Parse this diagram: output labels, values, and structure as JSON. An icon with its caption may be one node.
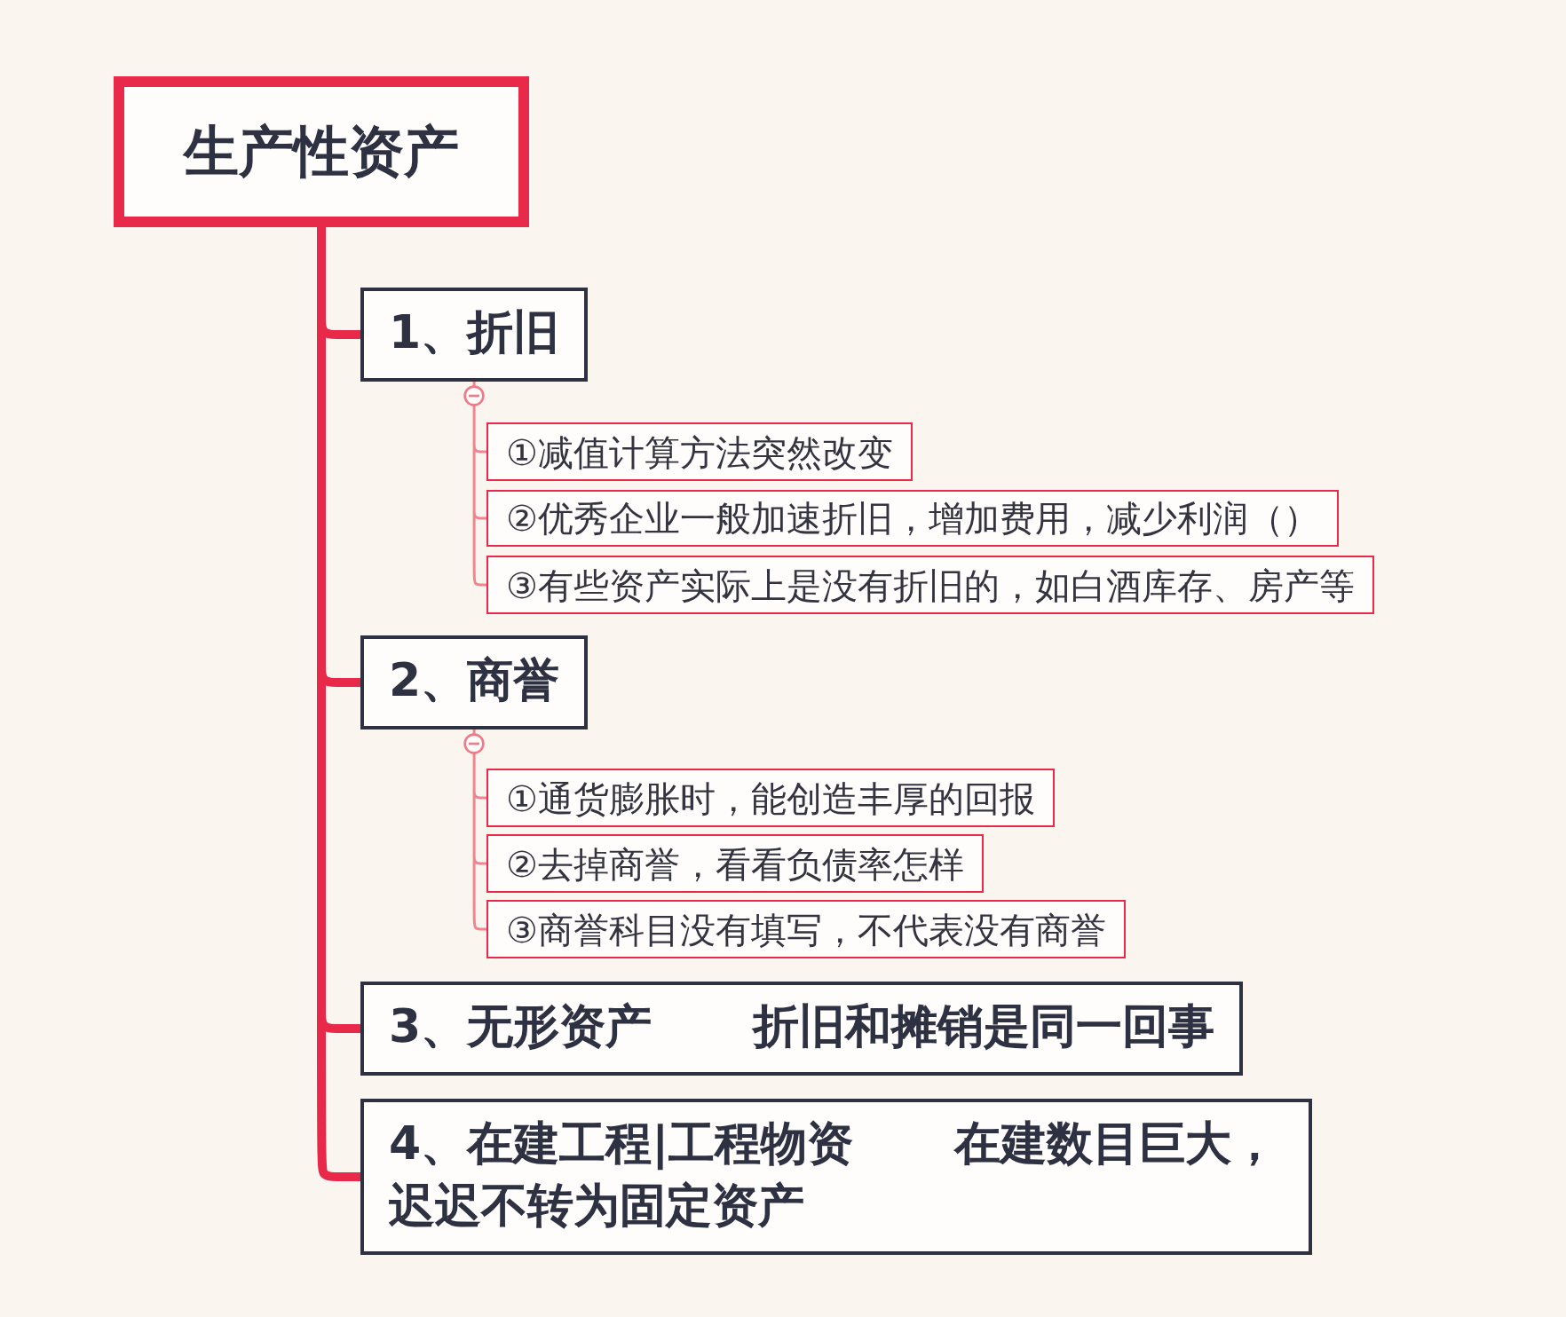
{
  "diagram": {
    "nodes": [
      {
        "text": [
          "生产性资产"
        ]
      },
      {
        "text": [
          "1、折旧"
        ]
      },
      {
        "text": [
          "①减值计算方法突然改变"
        ]
      },
      {
        "text": [
          "②优秀企业一般加速折旧，增加费用，减少利润（）"
        ]
      },
      {
        "text": [
          "③有些资产实际上是没有折旧的，如白酒库存、房产等"
        ]
      },
      {
        "text": [
          "2、商誉"
        ]
      },
      {
        "text": [
          "①通货膨胀时，能创造丰厚的回报"
        ]
      },
      {
        "text": [
          "②去掉商誉，看看负债率怎样"
        ]
      },
      {
        "text": [
          "③商誉科目没有填写，不代表没有商誉"
        ]
      },
      {
        "text": [
          "3、无形资产 折旧和摊销是同一回事"
        ]
      },
      {
        "text": [
          "4、在建工程|工程物资 在建数目巨大，迟迟不转为固定资产"
        ]
      }
    ],
    "edges": [
      {
        "from": 0,
        "to": 1,
        "arrow": "none",
        "style": "thick",
        "color": "#e8294a"
      },
      {
        "from": 1,
        "to": 2,
        "arrow": "none"
      },
      {
        "from": 1,
        "to": 3,
        "arrow": "none"
      },
      {
        "from": 1,
        "to": 4,
        "arrow": "none"
      },
      {
        "from": 0,
        "to": 5,
        "arrow": "none",
        "style": "thick",
        "color": "#e8294a"
      },
      {
        "from": 5,
        "to": 6,
        "arrow": "none"
      },
      {
        "from": 5,
        "to": 7,
        "arrow": "none"
      },
      {
        "from": 5,
        "to": 8,
        "arrow": "none"
      },
      {
        "from": 0,
        "to": 9,
        "arrow": "none",
        "style": "thick",
        "color": "#e8294a"
      },
      {
        "from": 0,
        "to": 10,
        "arrow": "none",
        "style": "thick",
        "color": "#e8294a"
      }
    ]
  }
}
